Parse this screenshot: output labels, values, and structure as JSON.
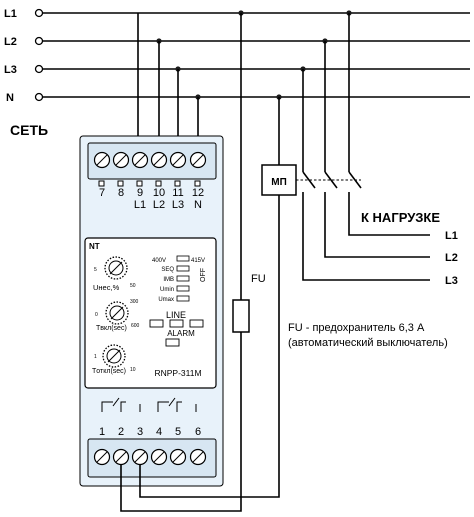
{
  "supply": {
    "title": "СЕТЬ",
    "lines": [
      "L1",
      "L2",
      "L3",
      "N"
    ]
  },
  "device": {
    "logo": "NT",
    "top_terminals": [
      "7",
      "8",
      "9",
      "10",
      "11",
      "12"
    ],
    "top_terminal_names": [
      "L1",
      "L2",
      "L3",
      "N"
    ],
    "bottom_terminals": [
      "1",
      "2",
      "3",
      "4",
      "5",
      "6"
    ],
    "model": "RNPP-311M",
    "voltage_low": "400V",
    "voltage_high": "415V",
    "indicators": [
      "SEQ",
      "IMB",
      "Umin",
      "Umax"
    ],
    "off_label": "OFF",
    "line_label": "LINE",
    "alarm_label": "ALARM",
    "knob_unbalance": "Uнес,%",
    "knob_on": "Tвкл(sec)",
    "knob_off": "Tоткл(sec)",
    "knob_unbalance_min": "5",
    "knob_unbalance_max": "50",
    "knob_on_min": "0",
    "knob_on_mid": "300",
    "knob_on_max": "600",
    "knob_off_min": "1",
    "knob_off_max": "10"
  },
  "contactor": {
    "label": "МП"
  },
  "fuse": {
    "label": "FU"
  },
  "load": {
    "title": "К НАГРУЗКЕ",
    "lines": [
      "L1",
      "L2",
      "L3"
    ]
  },
  "note": {
    "line1": "FU - предохранитель 6,3 А",
    "line2": "(автоматический выключатель)"
  }
}
